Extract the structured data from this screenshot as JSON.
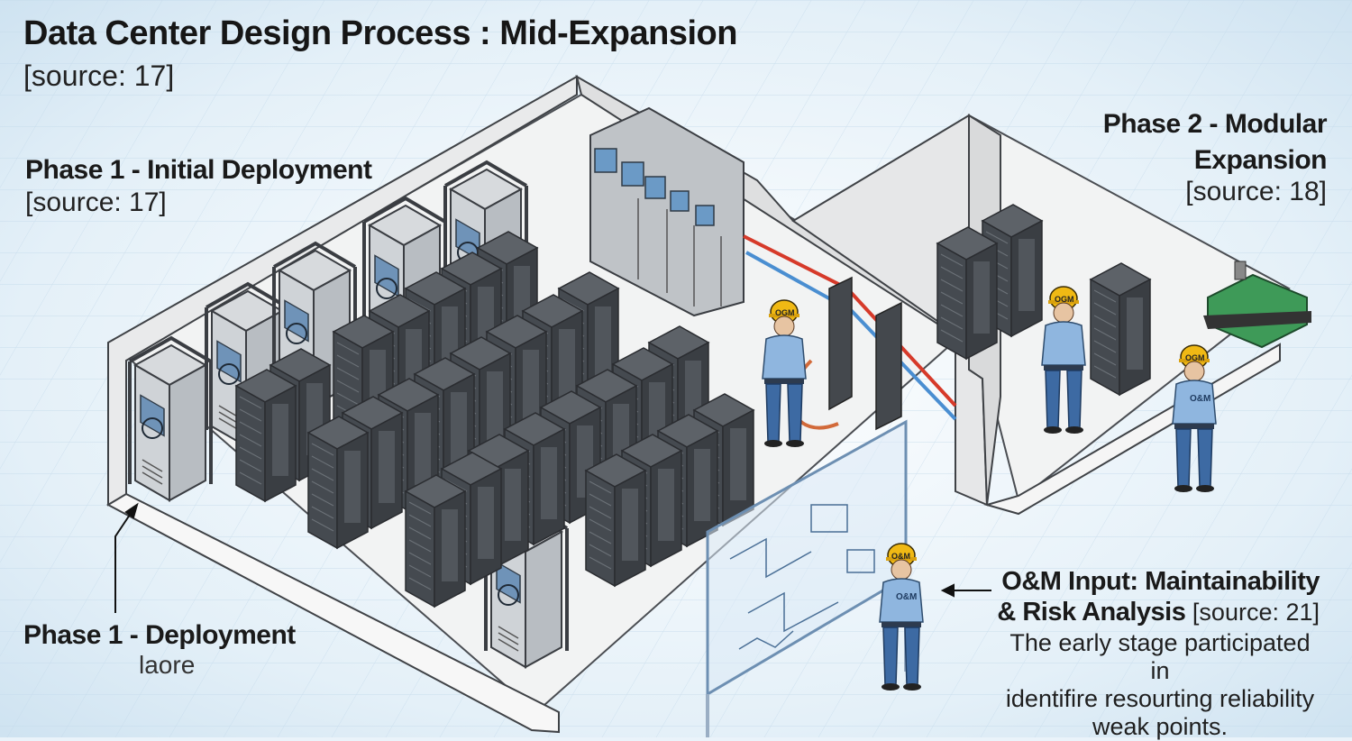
{
  "title": "Data Center Design Process : Mid-Expansion",
  "title_source": "[source: 17]",
  "phase1": {
    "title": "Phase 1 - Initial Deployment",
    "source": "[source: 17]"
  },
  "phase2": {
    "title": "Phase 2 - Modular Expansion",
    "source": "[source: 18]"
  },
  "deployment": {
    "title": "Phase 1 - Deployment",
    "subtitle": "laore"
  },
  "om_input": {
    "title_line1": "O&M Input: Maintainability",
    "title_line2": "& Risk Analysis",
    "source": "[source: 21]",
    "body_line1": "The early stage participated in",
    "body_line2": "identifire resourting reliability",
    "body_line3": "weak points."
  },
  "helmet_labels": {
    "worker_electrical": "OGM",
    "worker_expansion_1": "OGM",
    "worker_expansion_2": "OGM",
    "worker_expansion_2_shirt": "O&M",
    "worker_planning": "O&M",
    "worker_planning_shirt": "O&M"
  },
  "colors": {
    "rack": "#4b4f55",
    "wall": "#efefef",
    "helmet": "#f4b81c",
    "shirt": "#8fb6df",
    "generator": "#3e9a58",
    "power_line": "#d63a2a",
    "cooling_line": "#4a8ed1"
  }
}
